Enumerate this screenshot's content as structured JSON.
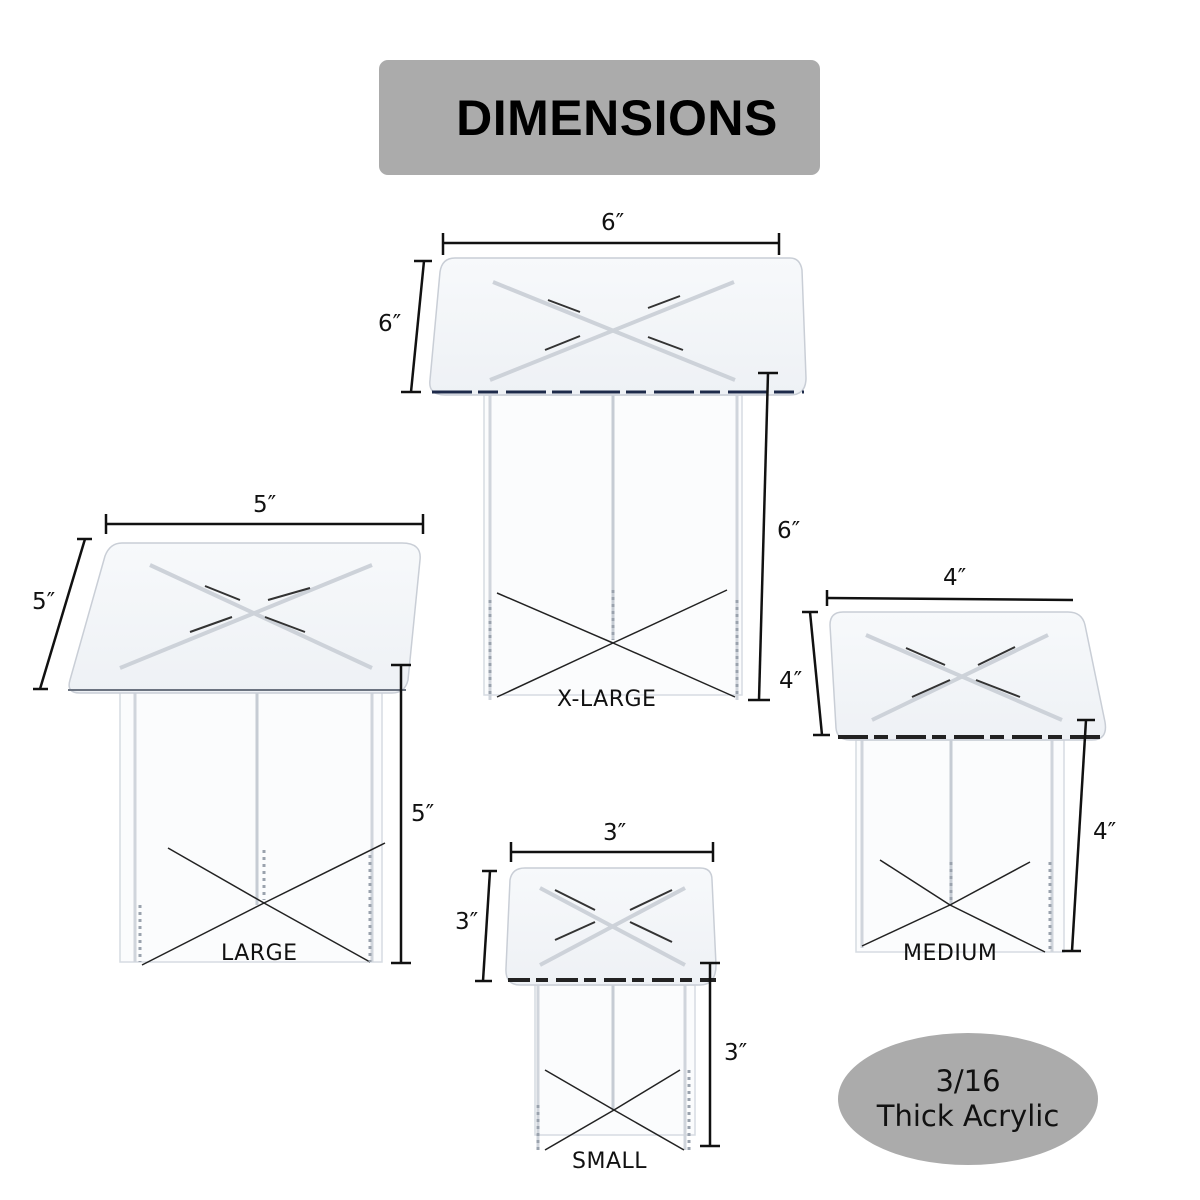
{
  "header": {
    "title": "DIMENSIONS"
  },
  "stands": [
    {
      "size": "X-LARGE",
      "width": "6″",
      "depth": "6″",
      "height": "6″"
    },
    {
      "size": "LARGE",
      "width": "5″",
      "depth": "5″",
      "height": "5″"
    },
    {
      "size": "MEDIUM",
      "width": "4″",
      "depth": "4″",
      "height": "4″"
    },
    {
      "size": "SMALL",
      "width": "3″",
      "depth": "3″",
      "height": "3″"
    }
  ],
  "badge": {
    "line1": "3/16",
    "line2": "Thick Acrylic"
  },
  "colors": {
    "banner": "#ababab",
    "badge": "#ababab",
    "text": "#111111",
    "acrylic_edge": "#c9ced6"
  }
}
